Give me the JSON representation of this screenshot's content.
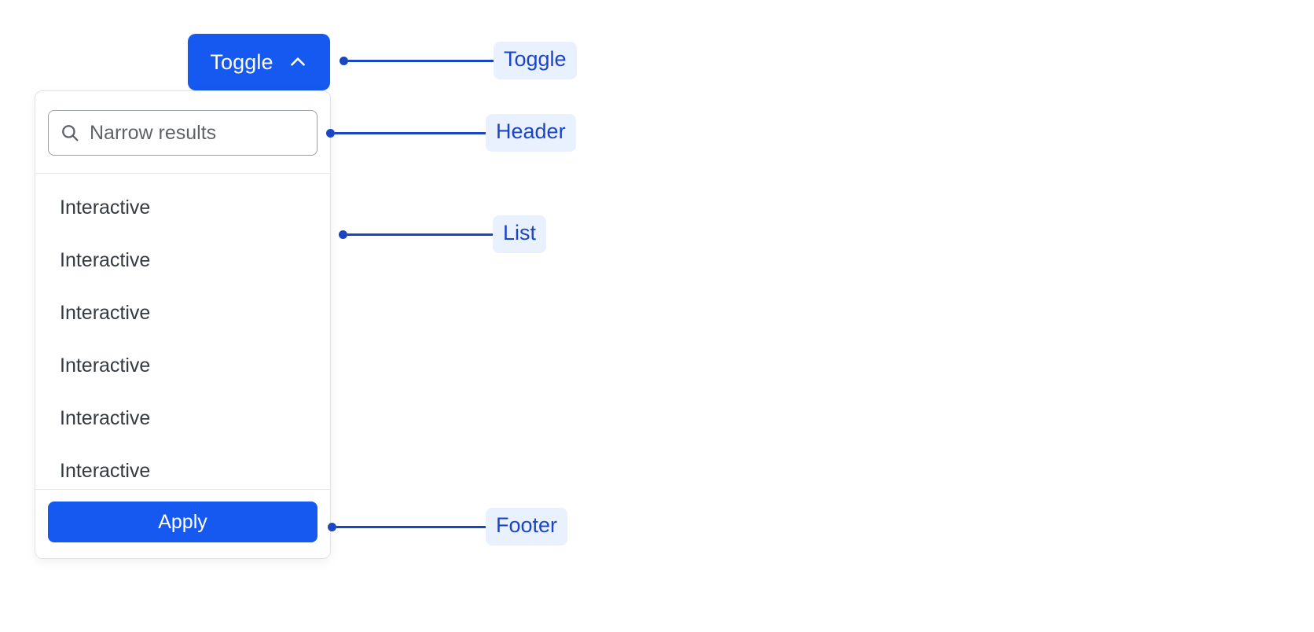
{
  "toggle": {
    "label": "Toggle",
    "icon": "chevron-up-icon",
    "expanded": true,
    "background_color": "#1559F0",
    "text_color": "#FFFFFF"
  },
  "panel": {
    "header": {
      "search": {
        "icon": "search-icon",
        "placeholder": "Narrow results",
        "value": ""
      }
    },
    "list": {
      "items": [
        {
          "label": "Interactive"
        },
        {
          "label": "Interactive"
        },
        {
          "label": "Interactive"
        },
        {
          "label": "Interactive"
        },
        {
          "label": "Interactive"
        },
        {
          "label": "Interactive"
        }
      ]
    },
    "footer": {
      "apply_label": "Apply"
    },
    "border_color": "#E1E3E6",
    "background_color": "#FFFFFF"
  },
  "callouts": [
    {
      "label": "Toggle",
      "target": "toggle-button"
    },
    {
      "label": "Header",
      "target": "panel-header"
    },
    {
      "label": "List",
      "target": "panel-list"
    },
    {
      "label": "Footer",
      "target": "panel-footer"
    }
  ],
  "colors": {
    "accent_blue": "#1559F0",
    "callout_blue": "#1A45C4",
    "callout_chip_bg": "#E9F0FE",
    "list_text": "#343A40",
    "placeholder_text": "#5F6368"
  }
}
